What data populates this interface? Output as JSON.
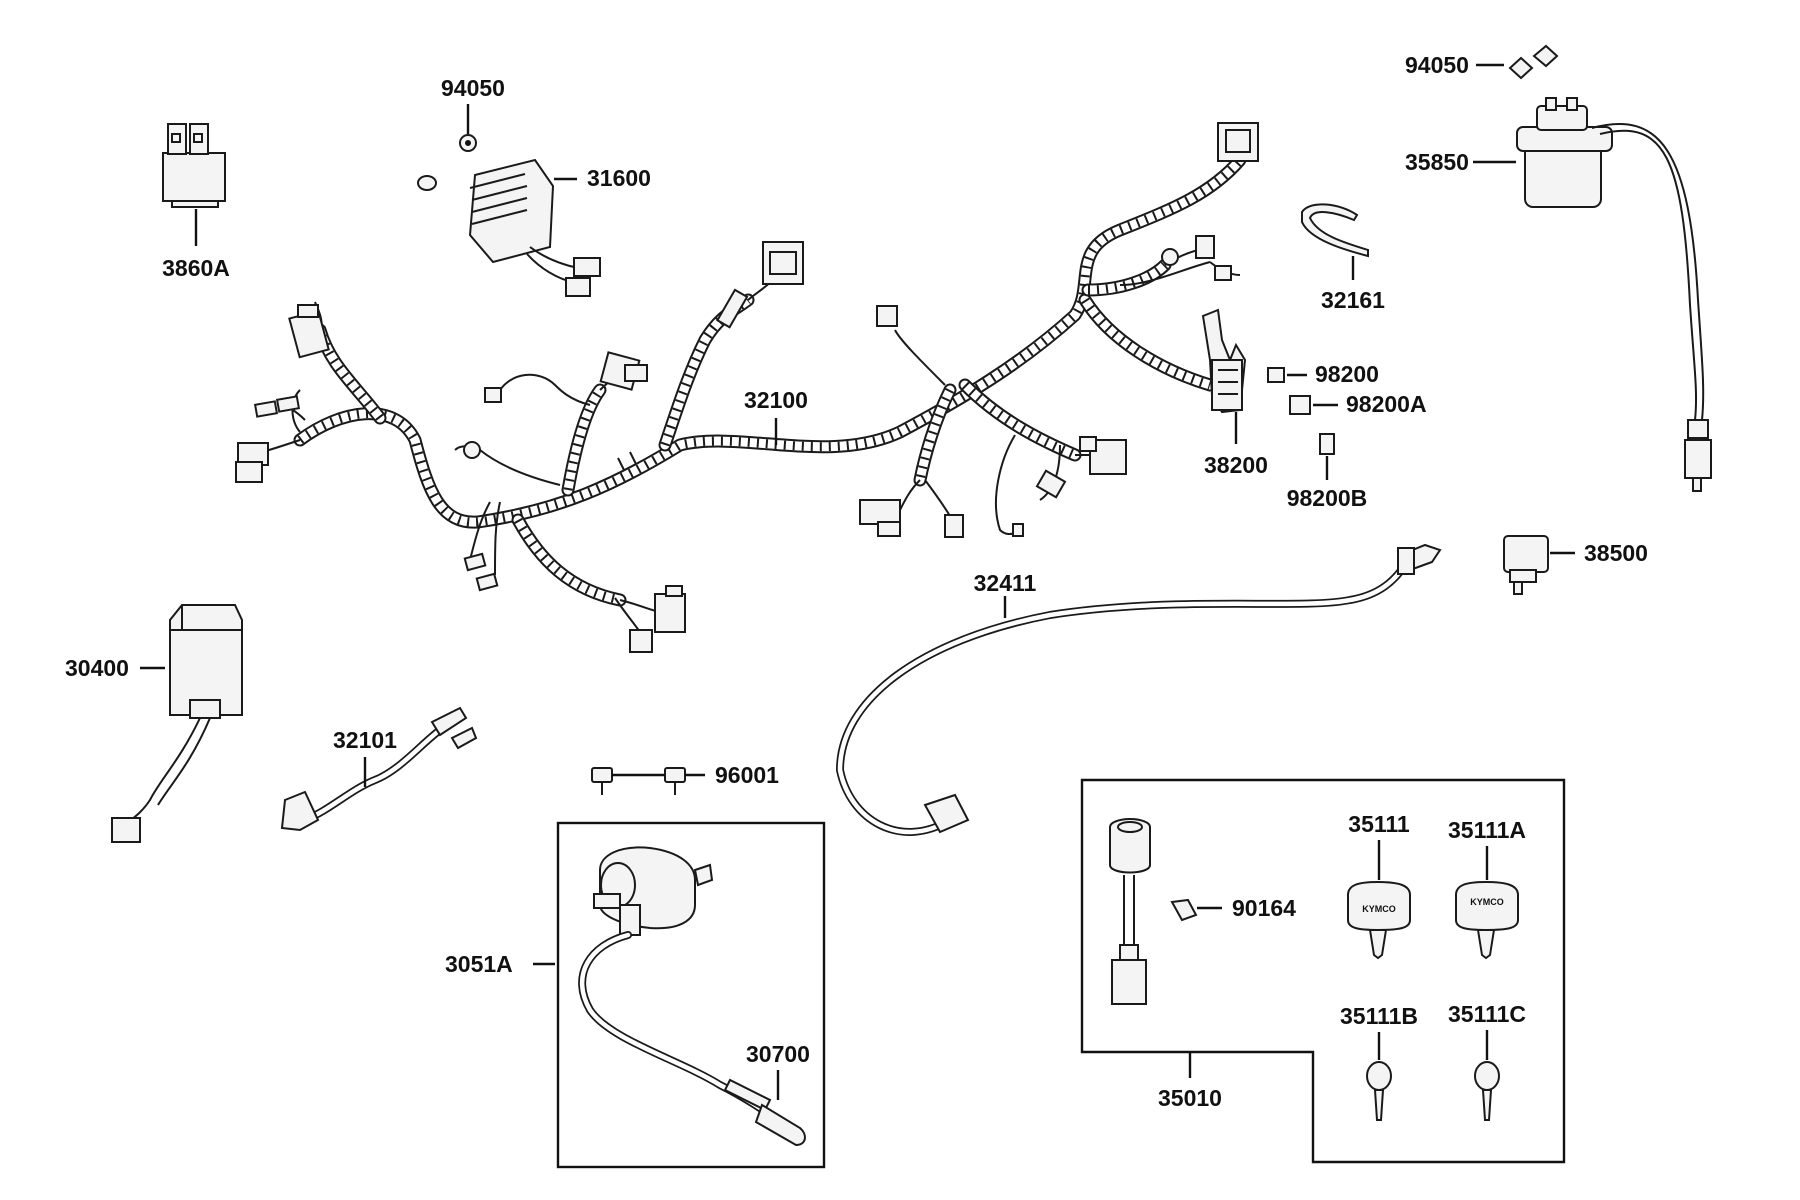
{
  "parts": {
    "p3860A": "3860A",
    "p94050_a": "94050",
    "p31600": "31600",
    "p94050_b": "94050",
    "p35850": "35850",
    "p32161": "32161",
    "p32100": "32100",
    "p98200": "98200",
    "p98200A": "98200A",
    "p38200": "38200",
    "p98200B": "98200B",
    "p38500": "38500",
    "p32411": "32411",
    "p30400": "30400",
    "p32101": "32101",
    "p96001": "96001",
    "p3051A": "3051A",
    "p30700": "30700",
    "p35111": "35111",
    "p35111A": "35111A",
    "p90164": "90164",
    "p35111B": "35111B",
    "p35111C": "35111C",
    "p35010": "35010"
  },
  "key_brand": "KYMCO"
}
